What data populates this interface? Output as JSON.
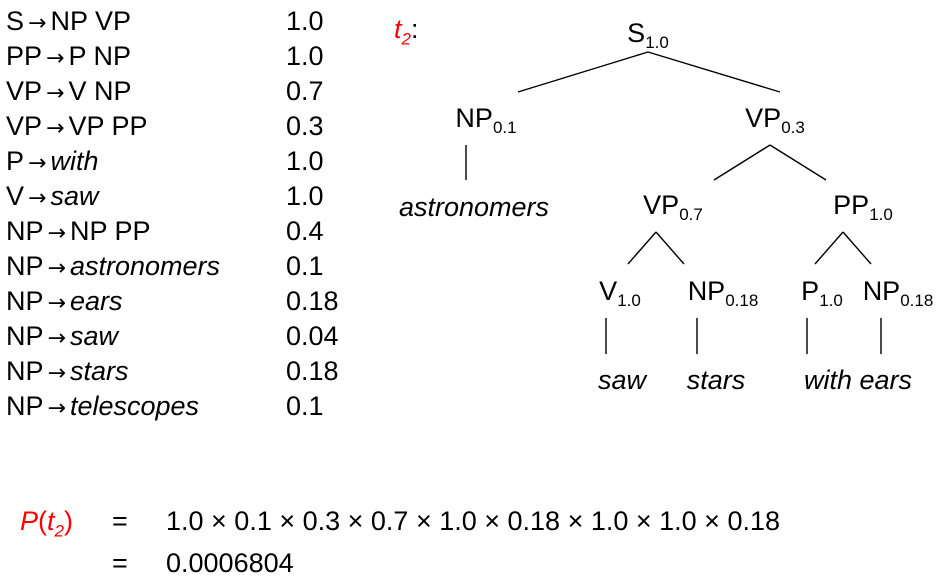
{
  "grammar": [
    {
      "lhs": "S",
      "rhs": "NP VP",
      "prob": "1.0",
      "terminal": false
    },
    {
      "lhs": "PP",
      "rhs": "P NP",
      "prob": "1.0",
      "terminal": false
    },
    {
      "lhs": "VP",
      "rhs": "V NP",
      "prob": "0.7",
      "terminal": false
    },
    {
      "lhs": "VP",
      "rhs": "VP PP",
      "prob": "0.3",
      "terminal": false
    },
    {
      "lhs": "P",
      "rhs": "with",
      "prob": "1.0",
      "terminal": true
    },
    {
      "lhs": "V",
      "rhs": "saw",
      "prob": "1.0",
      "terminal": true
    },
    {
      "lhs": "NP",
      "rhs": "NP PP",
      "prob": "0.4",
      "terminal": false
    },
    {
      "lhs": "NP",
      "rhs": "astronomers",
      "prob": "0.1",
      "terminal": true
    },
    {
      "lhs": "NP",
      "rhs": "ears",
      "prob": "0.18",
      "terminal": true
    },
    {
      "lhs": "NP",
      "rhs": "saw",
      "prob": "0.04",
      "terminal": true
    },
    {
      "lhs": "NP",
      "rhs": "stars",
      "prob": "0.18",
      "terminal": true
    },
    {
      "lhs": "NP",
      "rhs": "telescopes",
      "prob": "0.1",
      "terminal": true
    }
  ],
  "arrow": "→",
  "tree": {
    "label": "t",
    "label_sub": "2",
    "label_suffix": ":",
    "nodes": {
      "s": {
        "cat": "S",
        "prob": "1.0"
      },
      "np1": {
        "cat": "NP",
        "prob": "0.1"
      },
      "vp1": {
        "cat": "VP",
        "prob": "0.3"
      },
      "vp2": {
        "cat": "VP",
        "prob": "0.7"
      },
      "pp": {
        "cat": "PP",
        "prob": "1.0"
      },
      "v": {
        "cat": "V",
        "prob": "1.0"
      },
      "np2": {
        "cat": "NP",
        "prob": "0.18"
      },
      "p": {
        "cat": "P",
        "prob": "1.0"
      },
      "np3": {
        "cat": "NP",
        "prob": "0.18"
      }
    },
    "leaves": {
      "astronomers": "astronomers",
      "saw": "saw",
      "stars": "stars",
      "with_ears": "with ears"
    }
  },
  "formula": {
    "lhs_p": "P",
    "lhs_open": "(",
    "lhs_t": "t",
    "lhs_sub": "2",
    "lhs_close": ")",
    "eq": "=",
    "line1": "1.0 × 0.1 × 0.3 × 0.7 × 1.0 × 0.18 × 1.0 × 1.0 × 0.18",
    "line2": "0.0006804"
  },
  "colors": {
    "highlight": "#ff0000",
    "text": "#000000"
  }
}
